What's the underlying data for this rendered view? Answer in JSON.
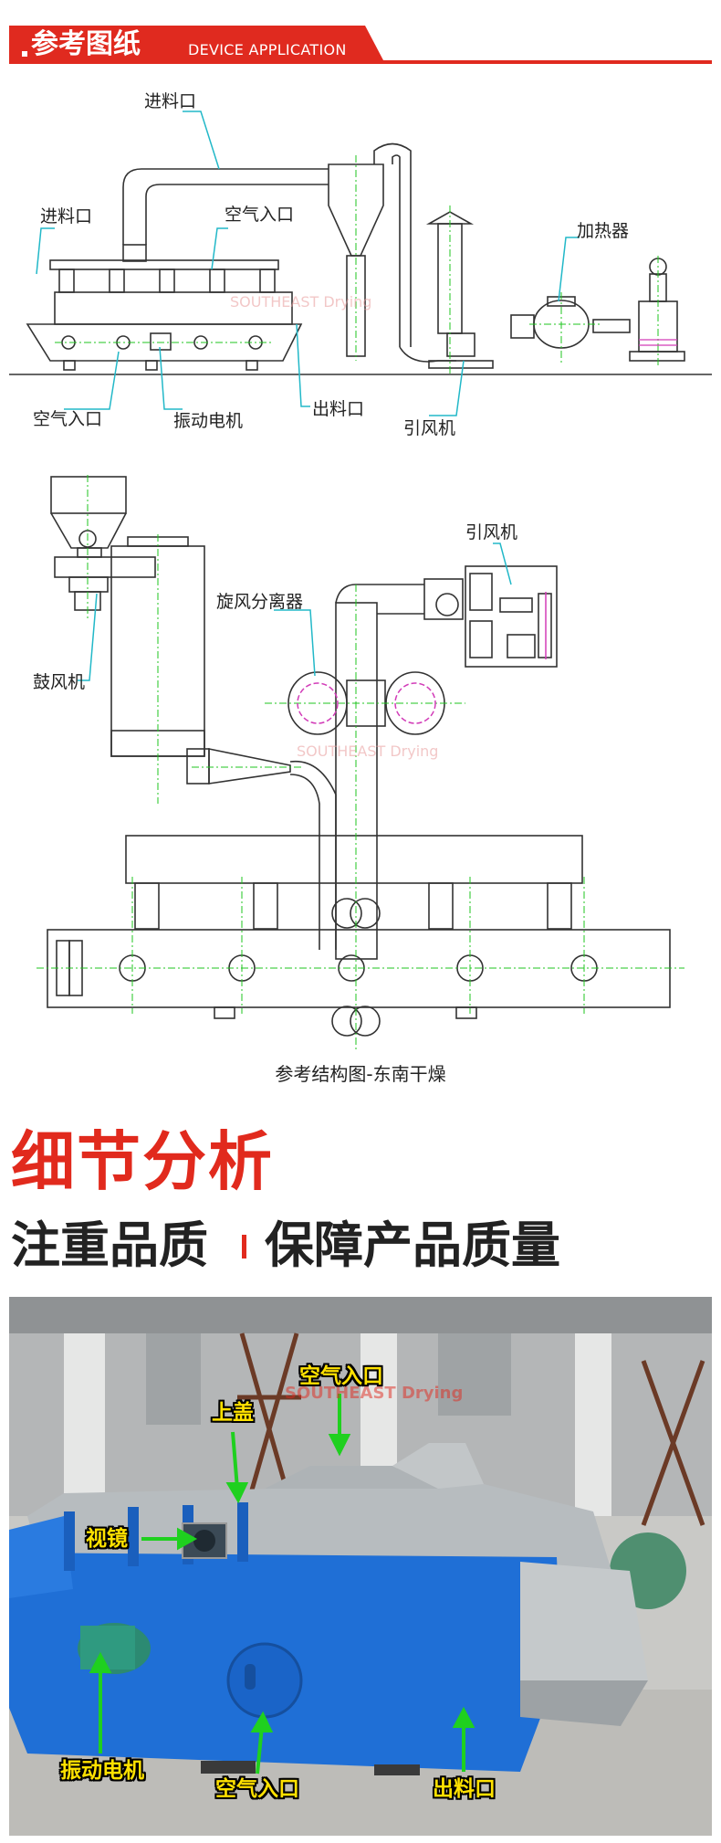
{
  "header": {
    "title_cn": "参考图纸",
    "title_en": "DEVICE APPLICATION"
  },
  "diagram1": {
    "labels": {
      "feed_inlet_top": "进料口",
      "feed_inlet_left": "进料口",
      "air_inlet_top": "空气入口",
      "heater": "加热器",
      "air_inlet_bottom": "空气入口",
      "vibration_motor": "振动电机",
      "outlet": "出料口",
      "induced_fan": "引风机"
    },
    "watermark": "SOUTHEAST Drying"
  },
  "diagram2": {
    "labels": {
      "induced_fan": "引风机",
      "cyclone": "旋风分离器",
      "blower": "鼓风机"
    },
    "watermark": "SOUTHEAST Drying"
  },
  "caption": "参考结构图-东南干燥",
  "section": {
    "title": "细节分析",
    "subtitle_left": "注重品质",
    "subtitle_right": "保障产品质量"
  },
  "photo": {
    "labels": {
      "top_cover": "上盖",
      "air_inlet_top": "空气入口",
      "sight_glass": "视镜",
      "vibration_motor": "振动电机",
      "air_inlet_bottom": "空气入口",
      "outlet": "出料口"
    },
    "watermark": "SOUTHEAST Drying"
  },
  "colors": {
    "accent": "#e02a1f",
    "machine_blue": "#1f6fd6",
    "label_yellow": "#ffe100",
    "leader_cyan": "#22b8c8",
    "arrow_green": "#1fc41f"
  }
}
